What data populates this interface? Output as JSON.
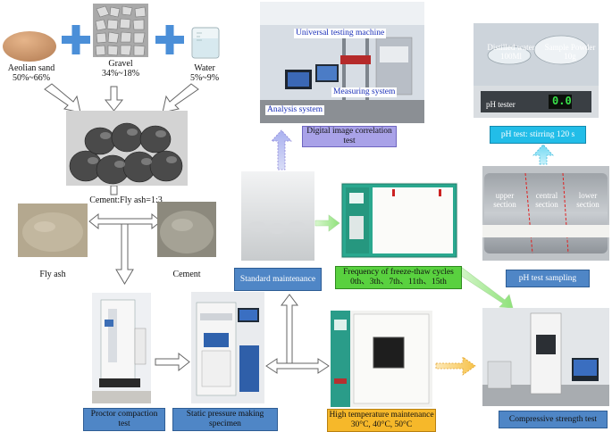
{
  "materials": {
    "sand": {
      "name": "Aeolian sand",
      "range": "50%~66%"
    },
    "gravel": {
      "name": "Gravel",
      "range": "34%~18%"
    },
    "water": {
      "name": "Water",
      "range": "5%~9%"
    }
  },
  "ratio_label": "Cement:Fly ash=1:3",
  "fly_ash_label": "Fly ash",
  "cement_label": "Cement",
  "utm": {
    "title": "Universal testing machine",
    "measuring": "Measuring system",
    "analysis": "Analysis system",
    "dic_label": "Digital image correlation test"
  },
  "ph_test": {
    "distilled_water": "Distilled water 100Ml",
    "sample_powder": "Sample Powder 10g",
    "ph_tester": "pH tester",
    "reading": "0.0",
    "label": "pH test: stirring 120 s"
  },
  "sampling": {
    "upper": "upper section",
    "central": "central section",
    "lower": "lower section",
    "label": "pH test sampling"
  },
  "standard_maintenance": "Standard maintenance",
  "freeze_thaw": {
    "title": "Frequency of freeze-thaw cycles",
    "cycles": "0th、3th、7th、11th、15th"
  },
  "proctor": "Proctor compaction test",
  "static_pressure": "Static pressure making specimen",
  "high_temp": {
    "title": "High temperature maintenance",
    "temps": "30°C, 40°C, 50°C"
  },
  "compressive": "Compressive strength test",
  "colors": {
    "blue_box": "#4f86c6",
    "green_box": "#59d13f",
    "yellow_box": "#f6b82a",
    "cyan_box": "#22bde8",
    "violet_box": "#a9a2e8"
  }
}
